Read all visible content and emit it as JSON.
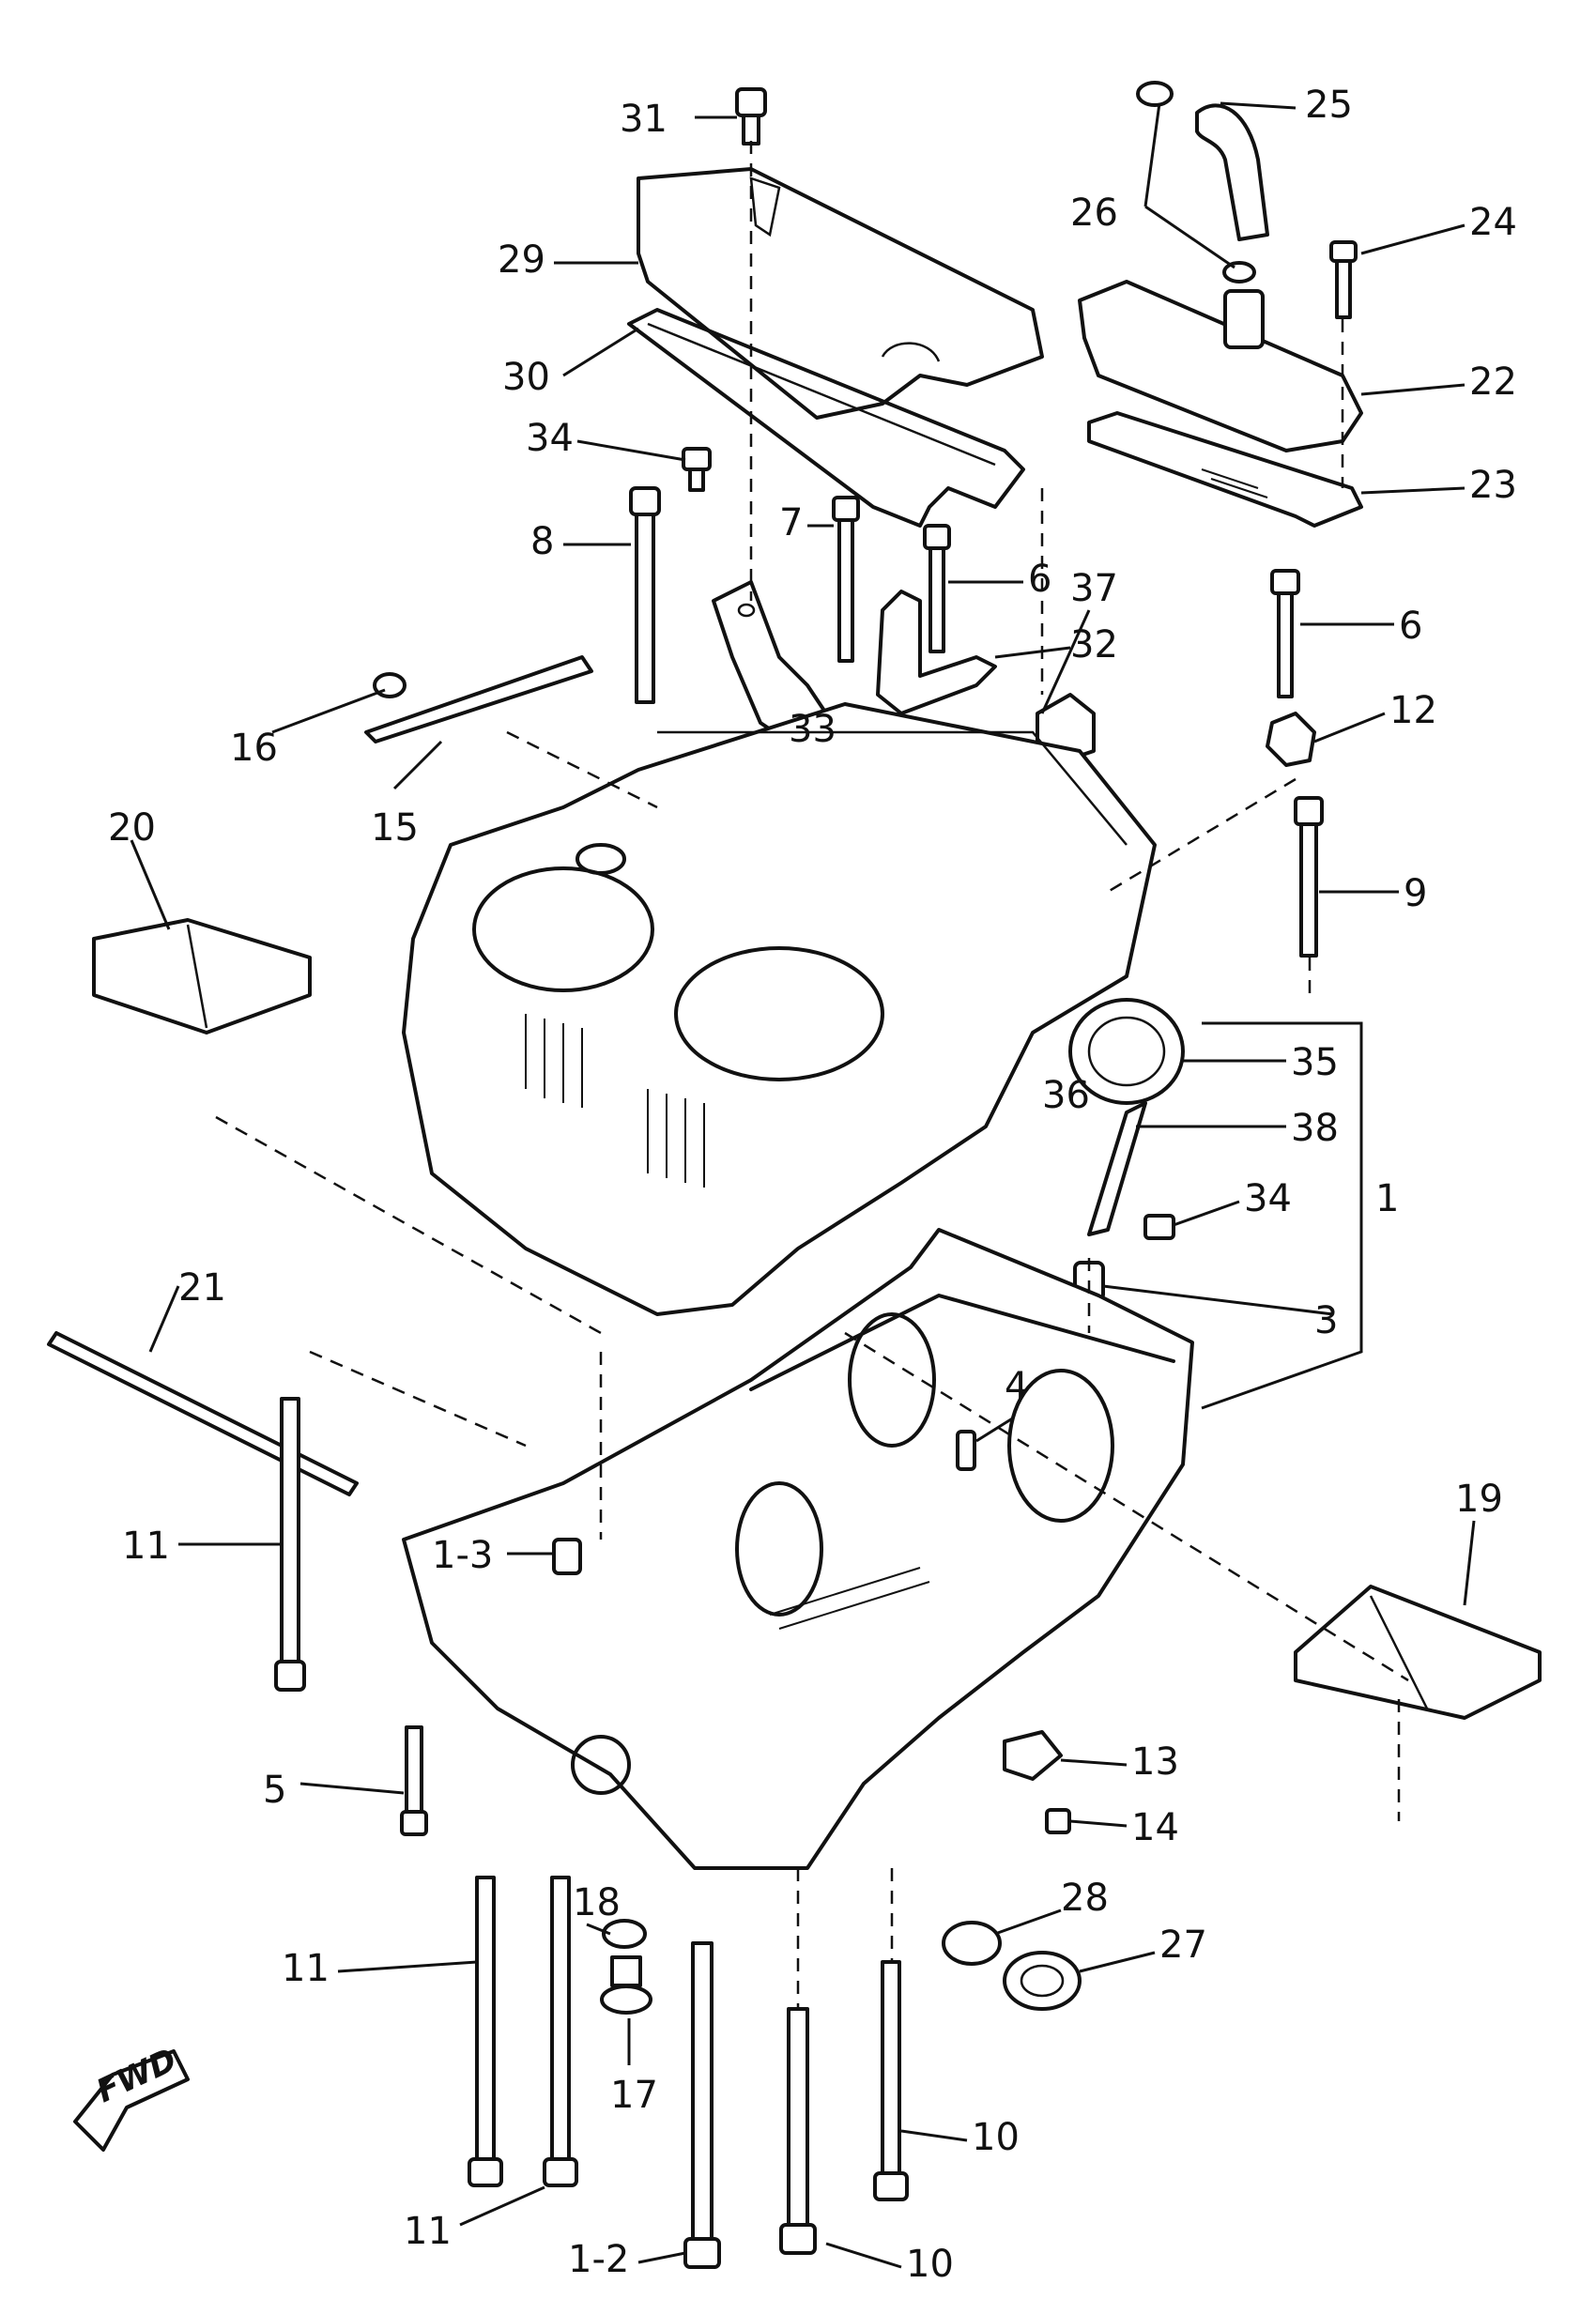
{
  "callouts": [
    {
      "id": "c1",
      "text": "1"
    },
    {
      "id": "c3a",
      "text": "3"
    },
    {
      "id": "c3b",
      "text": "1-3"
    },
    {
      "id": "c4",
      "text": "4"
    },
    {
      "id": "c5",
      "text": "5"
    },
    {
      "id": "c6a",
      "text": "6"
    },
    {
      "id": "c6b",
      "text": "6"
    },
    {
      "id": "c7",
      "text": "7"
    },
    {
      "id": "c8",
      "text": "8"
    },
    {
      "id": "c9",
      "text": "9"
    },
    {
      "id": "c10a",
      "text": "10"
    },
    {
      "id": "c10b",
      "text": "10"
    },
    {
      "id": "c11a",
      "text": "11"
    },
    {
      "id": "c11b",
      "text": "11"
    },
    {
      "id": "c11c",
      "text": "11"
    },
    {
      "id": "c12a",
      "text": "12"
    },
    {
      "id": "c12b",
      "text": "1-2"
    },
    {
      "id": "c13",
      "text": "13"
    },
    {
      "id": "c14",
      "text": "14"
    },
    {
      "id": "c15",
      "text": "15"
    },
    {
      "id": "c16",
      "text": "16"
    },
    {
      "id": "c17",
      "text": "17"
    },
    {
      "id": "c18",
      "text": "18"
    },
    {
      "id": "c19",
      "text": "19"
    },
    {
      "id": "c20",
      "text": "20"
    },
    {
      "id": "c21",
      "text": "21"
    },
    {
      "id": "c22",
      "text": "22"
    },
    {
      "id": "c23",
      "text": "23"
    },
    {
      "id": "c24",
      "text": "24"
    },
    {
      "id": "c25",
      "text": "25"
    },
    {
      "id": "c26",
      "text": "26"
    },
    {
      "id": "c27",
      "text": "27"
    },
    {
      "id": "c28",
      "text": "28"
    },
    {
      "id": "c29",
      "text": "29"
    },
    {
      "id": "c30",
      "text": "30"
    },
    {
      "id": "c31",
      "text": "31"
    },
    {
      "id": "c32",
      "text": "32"
    },
    {
      "id": "c33",
      "text": "33"
    },
    {
      "id": "c34a",
      "text": "34"
    },
    {
      "id": "c34b",
      "text": "34"
    },
    {
      "id": "c35",
      "text": "35"
    },
    {
      "id": "c36",
      "text": "36"
    },
    {
      "id": "c37",
      "text": "37"
    },
    {
      "id": "c38",
      "text": "38"
    }
  ],
  "direction_marker": {
    "text": "FWD"
  }
}
